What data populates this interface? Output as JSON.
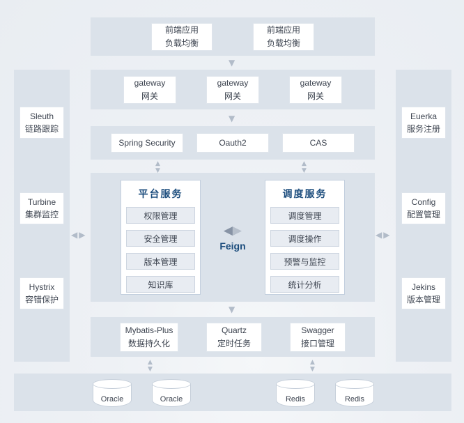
{
  "frontend_row": {
    "items": [
      {
        "line1": "前端应用",
        "line2": "负载均衡"
      },
      {
        "line1": "前端应用",
        "line2": "负载均衡"
      }
    ]
  },
  "gateway_row": {
    "items": [
      {
        "line1": "gateway",
        "line2": "网关"
      },
      {
        "line1": "gateway",
        "line2": "网关"
      },
      {
        "line1": "gateway",
        "line2": "网关"
      }
    ]
  },
  "auth_row": {
    "items": [
      "Spring Security",
      "Oauth2",
      "CAS"
    ]
  },
  "platform_panel": {
    "title": "平台服务",
    "items": [
      "权限管理",
      "安全管理",
      "版本管理",
      "知识库"
    ]
  },
  "schedule_panel": {
    "title": "调度服务",
    "items": [
      "调度管理",
      "调度操作",
      "预警与监控",
      "统计分析"
    ]
  },
  "feign": {
    "label": "Feign"
  },
  "middleware_row": {
    "items": [
      {
        "line1": "Mybatis-Plus",
        "line2": "数据持久化"
      },
      {
        "line1": "Quartz",
        "line2": "定时任务"
      },
      {
        "line1": "Swagger",
        "line2": "接口管理"
      }
    ]
  },
  "database_row": {
    "items": [
      "Oracle",
      "Oracle",
      "Redis",
      "Redis"
    ]
  },
  "left_sidebar": {
    "items": [
      {
        "line1": "Sleuth",
        "line2": "链路跟踪"
      },
      {
        "line1": "Turbine",
        "line2": "集群监控"
      },
      {
        "line1": "Hystrix",
        "line2": "容错保护"
      }
    ]
  },
  "right_sidebar": {
    "items": [
      {
        "line1": "Euerka",
        "line2": "服务注册"
      },
      {
        "line1": "Config",
        "line2": "配置管理"
      },
      {
        "line1": "Jekins",
        "line2": "版本管理"
      }
    ]
  },
  "colors": {
    "band": "#dbe2ea",
    "box": "#ffffff",
    "item_fill": "#e8ecf2",
    "accent_text": "#1c4d7d",
    "body_text": "#3d4450",
    "arrow": "#b2bcc9"
  }
}
